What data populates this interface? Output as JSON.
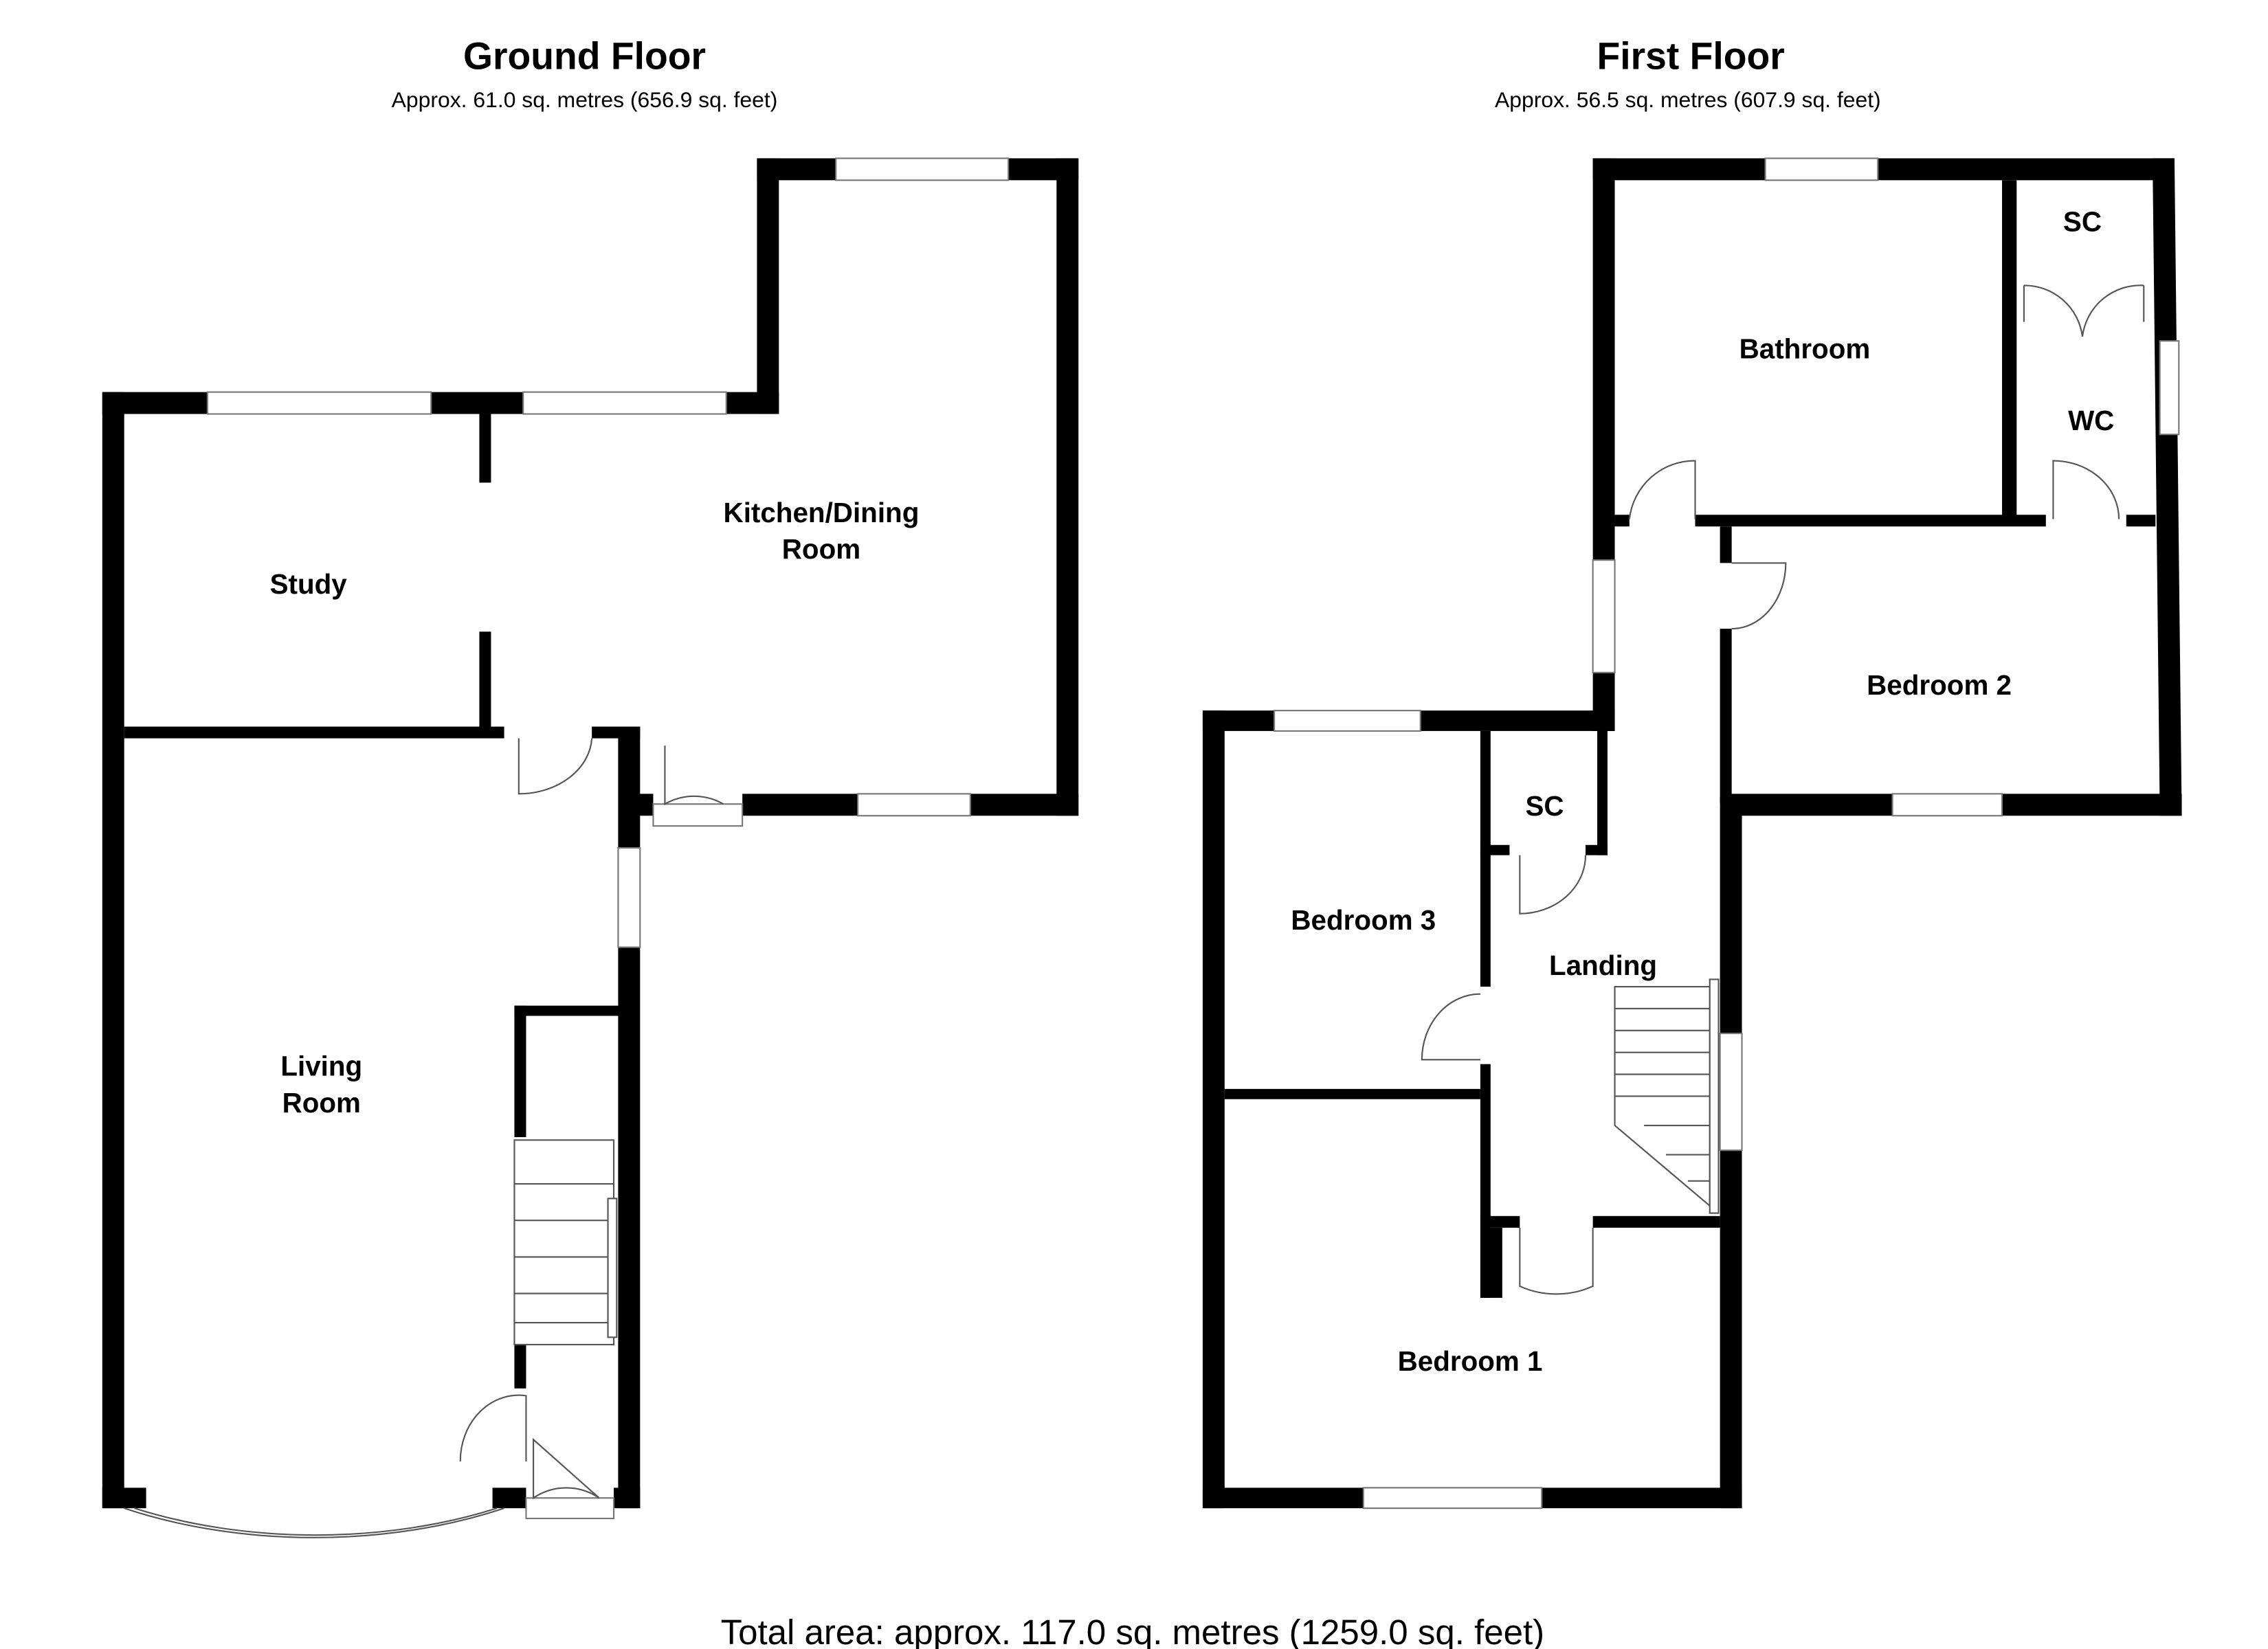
{
  "ground_floor": {
    "title": "Ground Floor",
    "area": "Approx. 61.0 sq. metres (656.9 sq. feet)",
    "rooms": {
      "study": "Study",
      "kitchen_line1": "Kitchen/Dining",
      "kitchen_line2": "Room",
      "living_line1": "Living",
      "living_line2": "Room"
    }
  },
  "first_floor": {
    "title": "First Floor",
    "area": "Approx. 56.5 sq. metres (607.9 sq. feet)",
    "rooms": {
      "bathroom": "Bathroom",
      "sc_upper": "SC",
      "wc": "WC",
      "bedroom2": "Bedroom 2",
      "sc_landing": "SC",
      "bedroom3": "Bedroom 3",
      "landing": "Landing",
      "bedroom1": "Bedroom 1"
    }
  },
  "total_area": "Total area: approx. 117.0 sq. metres (1259.0 sq. feet)"
}
